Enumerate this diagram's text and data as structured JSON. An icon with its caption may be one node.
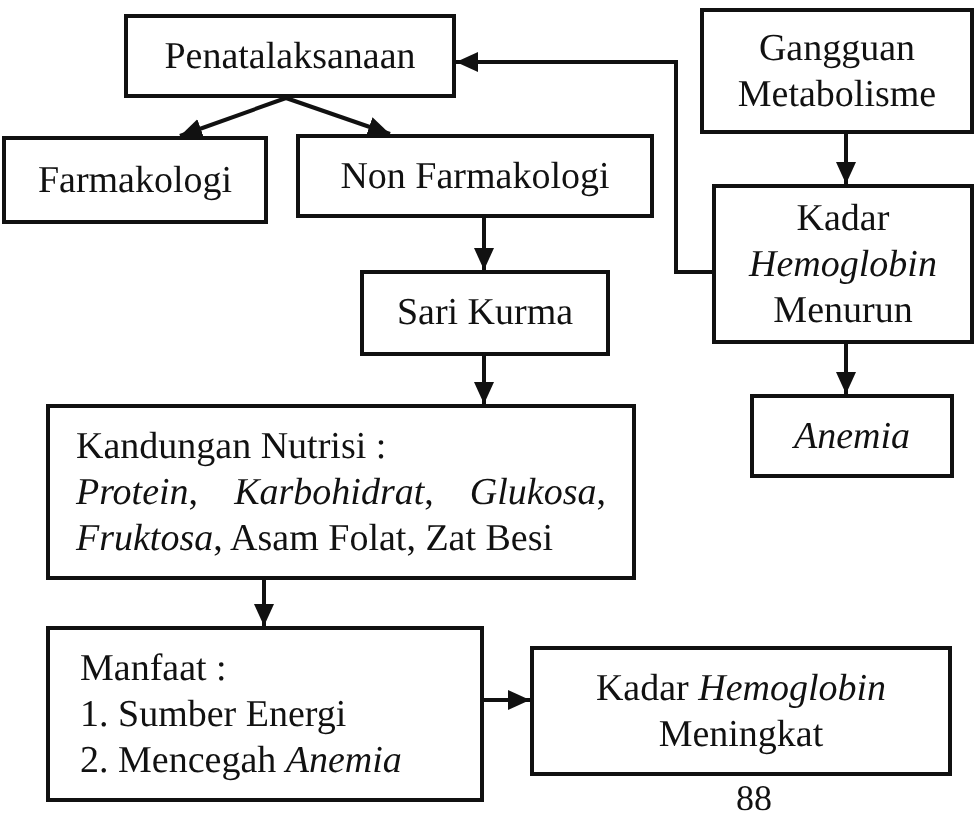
{
  "diagram": {
    "nodes": [
      {
        "text": [
          "Penatalaksanaan"
        ]
      },
      {
        "text": [
          "Gangguan Metabolisme"
        ]
      },
      {
        "text": [
          "Farmakologi"
        ]
      },
      {
        "text": [
          "Non Farmakologi"
        ]
      },
      {
        "text": [
          "Kadar *Hemoglobin* Menurun"
        ]
      },
      {
        "text": [
          "Sari Kurma"
        ]
      },
      {
        "text": [
          "Anemia"
        ]
      },
      {
        "text": [
          "Kandungan Nutrisi :",
          "*Protein*, *Karbohidrat*, *Glukosa*, *Fruktosa*, Asam Folat, Zat Besi"
        ]
      },
      {
        "text": [
          "Manfaat :",
          "1. Sumber Energi",
          "2. Mencegah *Anemia*"
        ]
      },
      {
        "text": [
          "Kadar *Hemoglobin* Meningkat"
        ]
      }
    ],
    "edges": [
      {
        "from": 0,
        "to": 2,
        "arrow": "to"
      },
      {
        "from": 0,
        "to": 3,
        "arrow": "to"
      },
      {
        "from": 3,
        "to": 5,
        "arrow": "to"
      },
      {
        "from": 5,
        "to": 7,
        "arrow": "to"
      },
      {
        "from": 7,
        "to": 8,
        "arrow": "to"
      },
      {
        "from": 8,
        "to": 9,
        "arrow": "to"
      },
      {
        "from": 1,
        "to": 4,
        "arrow": "to"
      },
      {
        "from": 4,
        "to": 6,
        "arrow": "to"
      },
      {
        "from": 4,
        "to": 0,
        "arrow": "to"
      }
    ],
    "labels": [
      "88"
    ]
  }
}
